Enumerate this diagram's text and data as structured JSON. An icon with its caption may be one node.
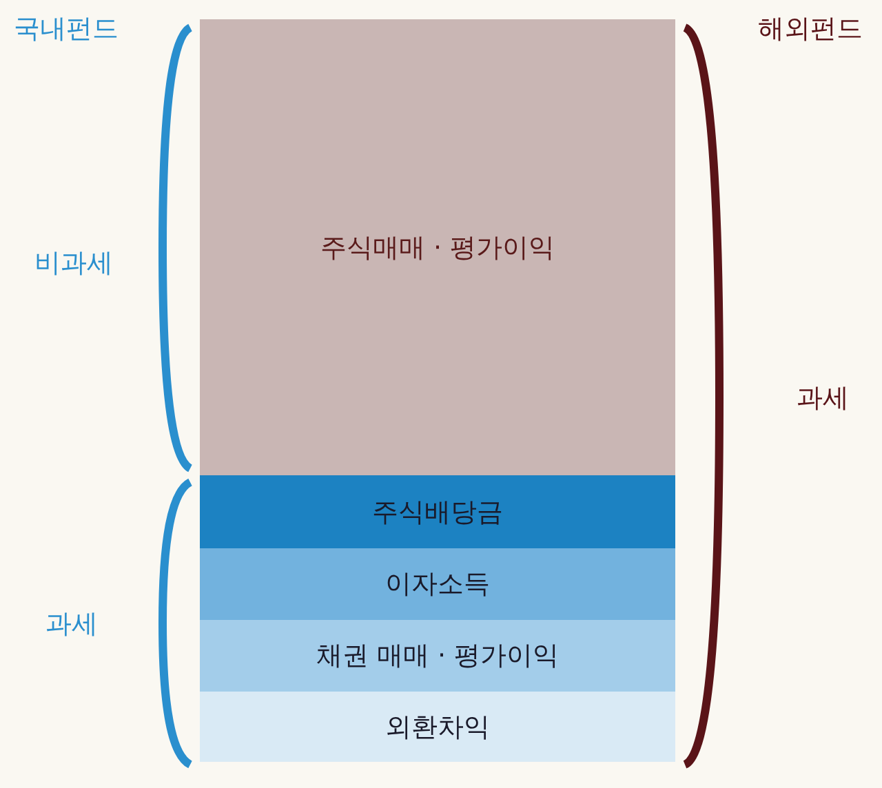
{
  "diagram": {
    "nodes": [
      {
        "text": [
          "주식매매 · 평가이익"
        ]
      },
      {
        "text": [
          "주식배당금"
        ]
      },
      {
        "text": [
          "이자소득"
        ]
      },
      {
        "text": [
          "채권 매매 · 평가이익"
        ]
      },
      {
        "text": [
          "외환차익"
        ]
      }
    ],
    "labels": [
      "국내펀드",
      "비과세",
      "과세",
      "해외펀드",
      "과세"
    ]
  }
}
